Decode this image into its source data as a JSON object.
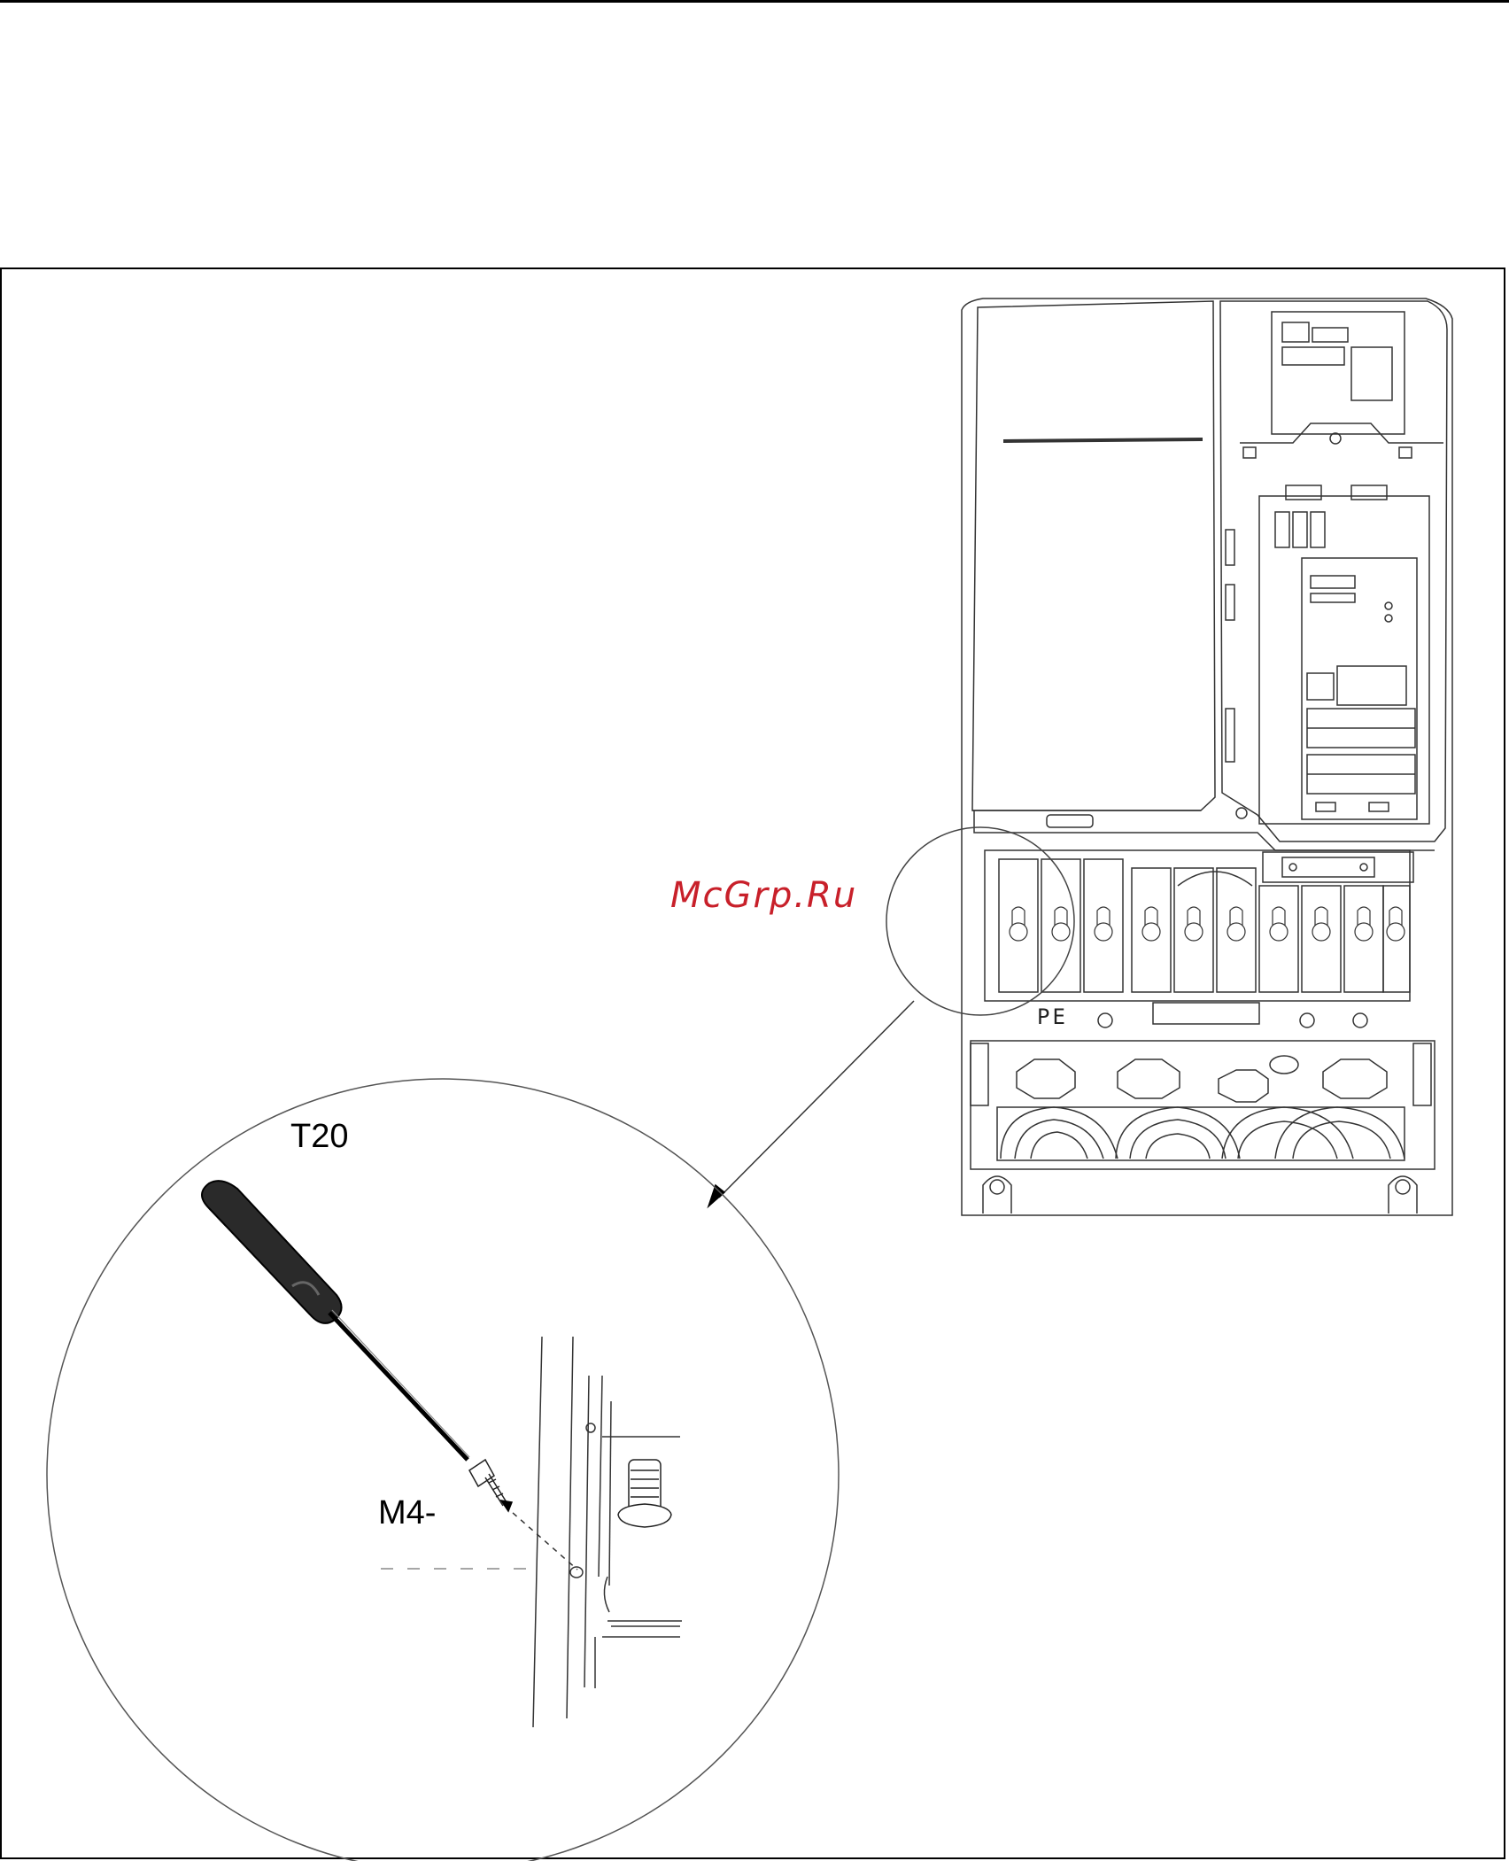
{
  "figure": {
    "labels": {
      "tool": "T20",
      "screw": "M4-",
      "terminal": "PE"
    },
    "watermark": "McGrp.Ru",
    "colors": {
      "line": "#000000",
      "watermark": "#c8202a",
      "handle": "#2a2a2a"
    },
    "icons": {
      "tool": "torx-screwdriver-icon",
      "device": "frequency-inverter-drawing",
      "detail": "detail-magnifier-circle"
    }
  }
}
